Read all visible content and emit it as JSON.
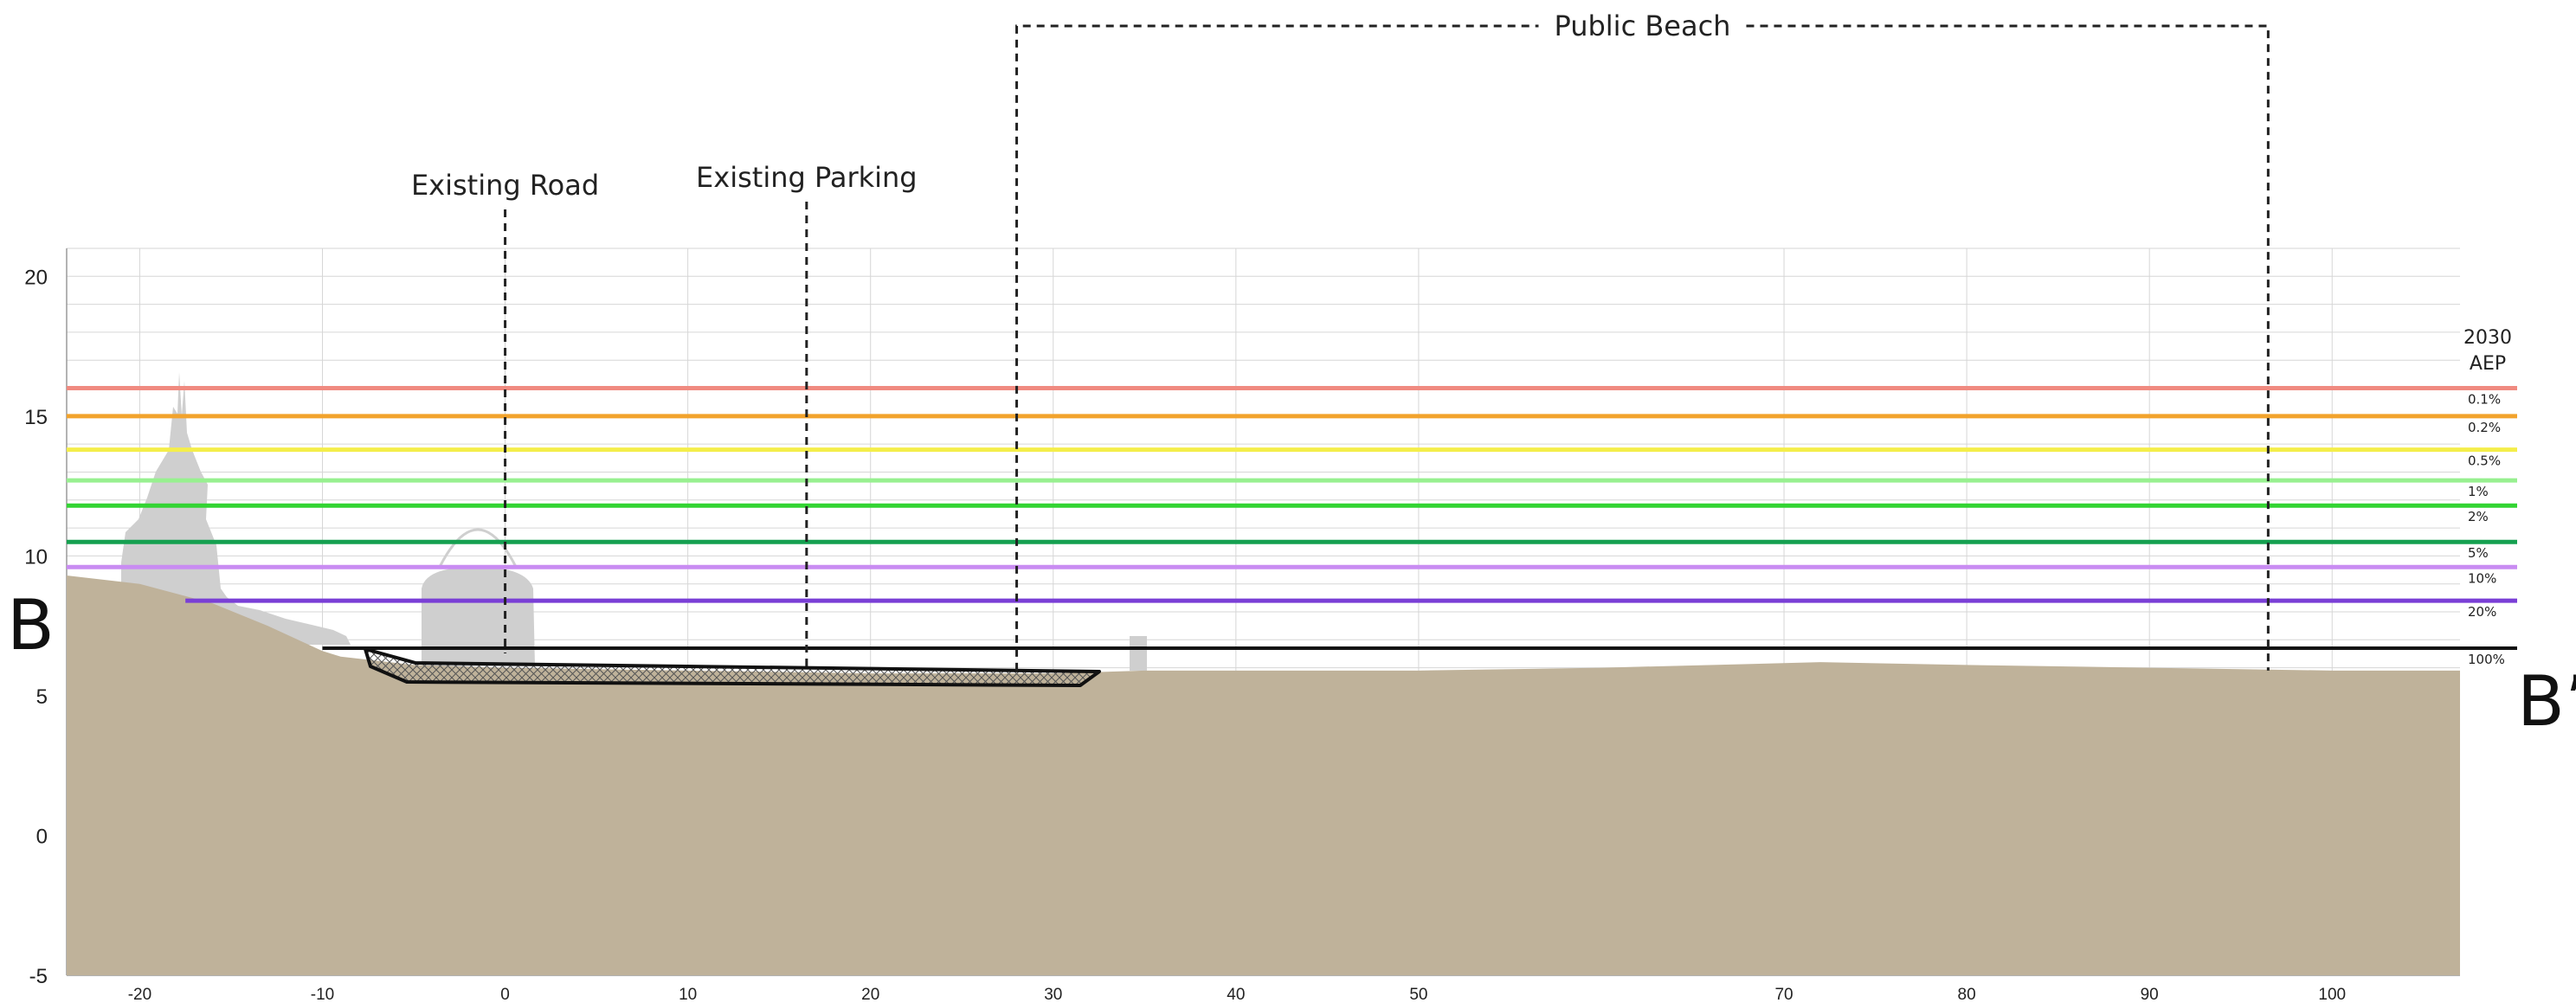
{
  "diagram": {
    "section_start_label": "B",
    "section_end_label": "B’",
    "year_label": "2030",
    "aep_label": "AEP",
    "annotations": [
      {
        "id": "road",
        "text": "Existing Road",
        "x": 0
      },
      {
        "id": "parking",
        "text": "Existing Parking",
        "x": 16.5
      },
      {
        "id": "beach",
        "text": "Public Beach",
        "x_start": 28,
        "x_end": 96.5
      }
    ],
    "colors": {
      "ground": "#bfb29a",
      "vegetation": "#cfcfcf",
      "grid": "#d6d6d6",
      "callout_line": "#222222",
      "pavement_outline": "#111111"
    }
  },
  "chart_data": {
    "type": "area",
    "xlim": [
      -24,
      107
    ],
    "ylim": [
      -5,
      21
    ],
    "x_ticks": [
      -20,
      -10,
      0,
      10,
      20,
      30,
      40,
      50,
      70,
      80,
      90,
      100
    ],
    "x_tick_labels": [
      "-20",
      "-10",
      "0",
      "10",
      "20",
      "30",
      "40",
      "50",
      "70",
      "80",
      "90",
      "100"
    ],
    "y_ticks": [
      -5,
      0,
      5,
      10,
      15,
      20
    ],
    "y_tick_labels": [
      "-5",
      "0",
      "5",
      "10",
      "15",
      "20"
    ],
    "grid": true,
    "ground_profile": {
      "x": [
        -24,
        -20,
        -16,
        -13,
        -10,
        -9,
        -5,
        0,
        10,
        20,
        27,
        30,
        35,
        50,
        60,
        72,
        80,
        90,
        100,
        107
      ],
      "y": [
        9.3,
        9.0,
        8.3,
        7.5,
        6.6,
        6.4,
        6.1,
        6.0,
        5.9,
        5.8,
        5.8,
        5.8,
        5.9,
        5.9,
        6.0,
        6.2,
        6.1,
        6.0,
        5.9,
        5.9
      ]
    },
    "water_levels": [
      {
        "label": "0.1%",
        "elevation": 16.0,
        "color": "#f08a80"
      },
      {
        "label": "0.2%",
        "elevation": 15.0,
        "color": "#f2a32c"
      },
      {
        "label": "0.5%",
        "elevation": 13.8,
        "color": "#f4ee4a"
      },
      {
        "label": "1%",
        "elevation": 12.7,
        "color": "#98f090"
      },
      {
        "label": "2%",
        "elevation": 11.8,
        "color": "#33d433"
      },
      {
        "label": "5%",
        "elevation": 10.5,
        "color": "#15a050"
      },
      {
        "label": "10%",
        "elevation": 9.6,
        "color": "#c98cf2"
      },
      {
        "label": "20%",
        "elevation": 8.4,
        "color": "#7a3fd6"
      },
      {
        "label": "100%",
        "elevation": 6.7,
        "color": "#111111"
      }
    ]
  }
}
